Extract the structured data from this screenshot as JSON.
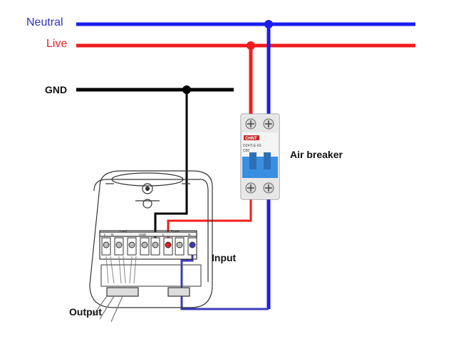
{
  "labels": {
    "neutral": "Neutral",
    "live": "Live",
    "gnd": "GND",
    "air_breaker": "Air breaker",
    "input": "Input",
    "output": "Output"
  },
  "breaker": {
    "brand": "CHNT",
    "model": "DZ47LE-63",
    "rating": "C60"
  },
  "device": {
    "terminal_labels": [
      "L",
      "N",
      "Load",
      "GND",
      "L",
      "Power",
      "N"
    ]
  },
  "colors": {
    "neutral": "#1c1cf0",
    "live": "#f01c1c",
    "ground": "#000000",
    "input_wire": "#3b3bb8",
    "breaker_blue": "#3a8fe0"
  }
}
